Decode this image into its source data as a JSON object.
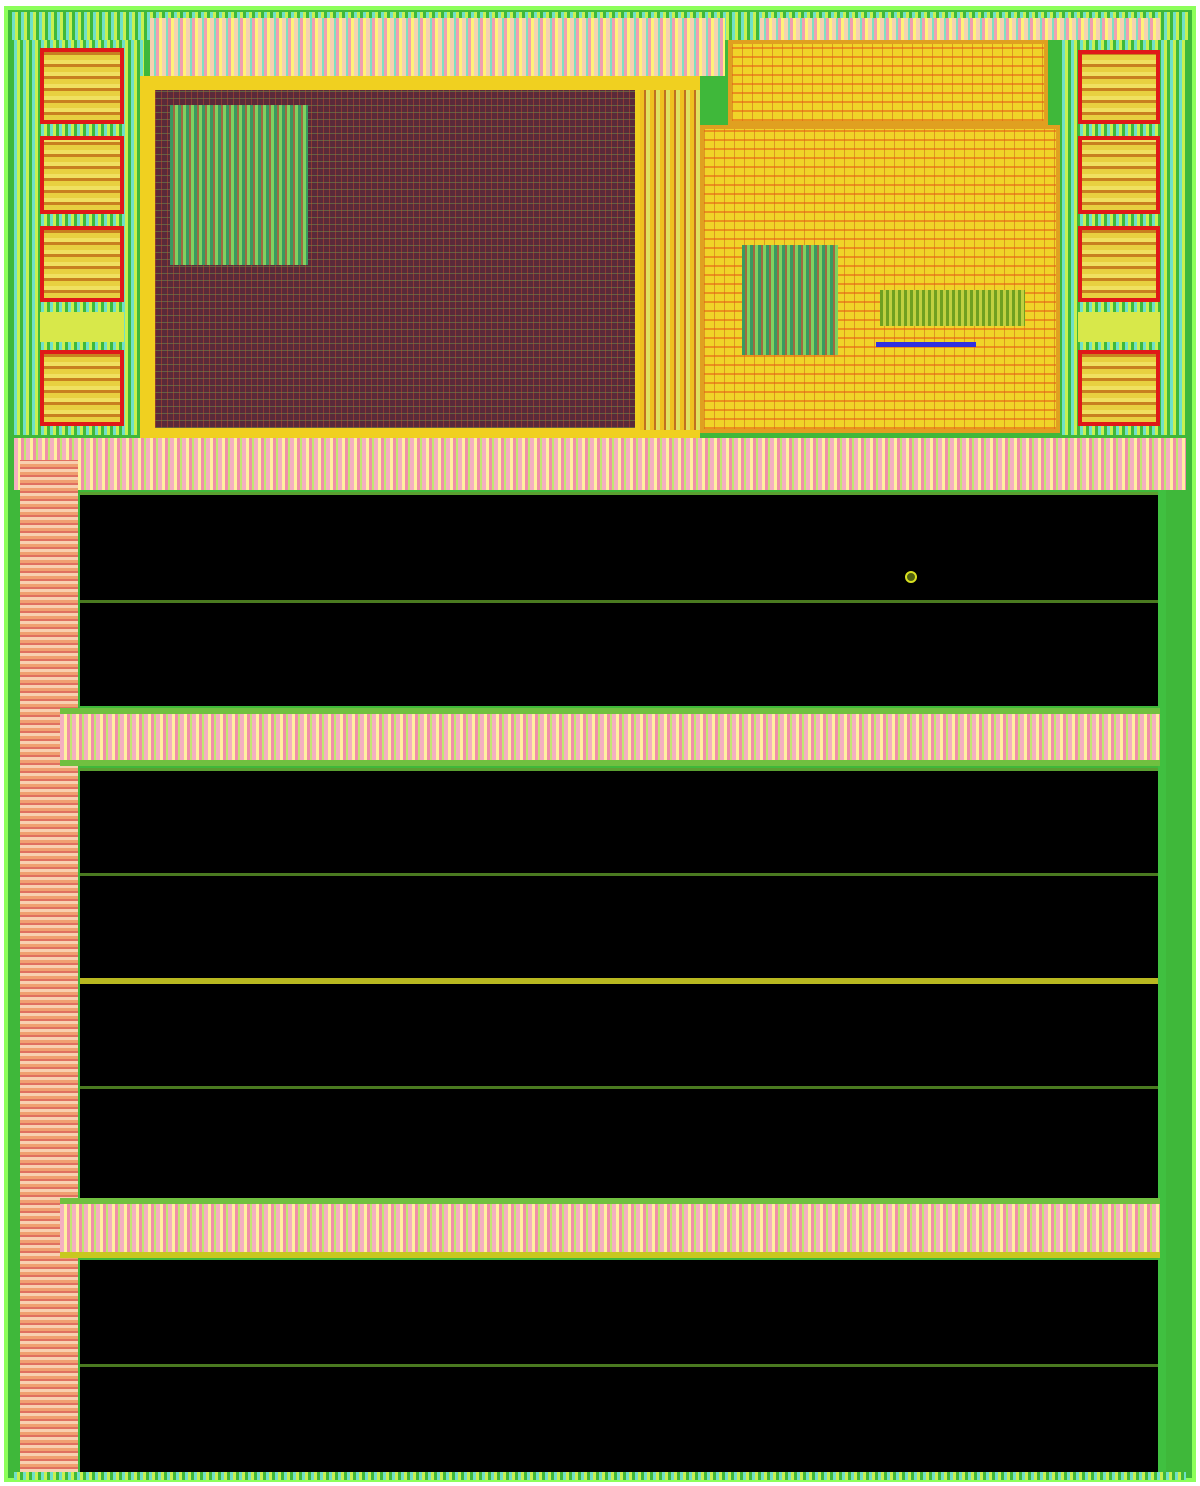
{
  "image": {
    "subject": "integrated-circuit-layout",
    "colors": {
      "background_ring": "#3fb83a",
      "io_pad_border": "#e01818",
      "core_logic": "#5a2a3a",
      "standard_cells": "#f0d428",
      "power_bands": "#f4b0c0",
      "memory_array": "#000000"
    },
    "io_pads_left": 5,
    "io_pads_right": 5,
    "memory_banks": 4
  }
}
